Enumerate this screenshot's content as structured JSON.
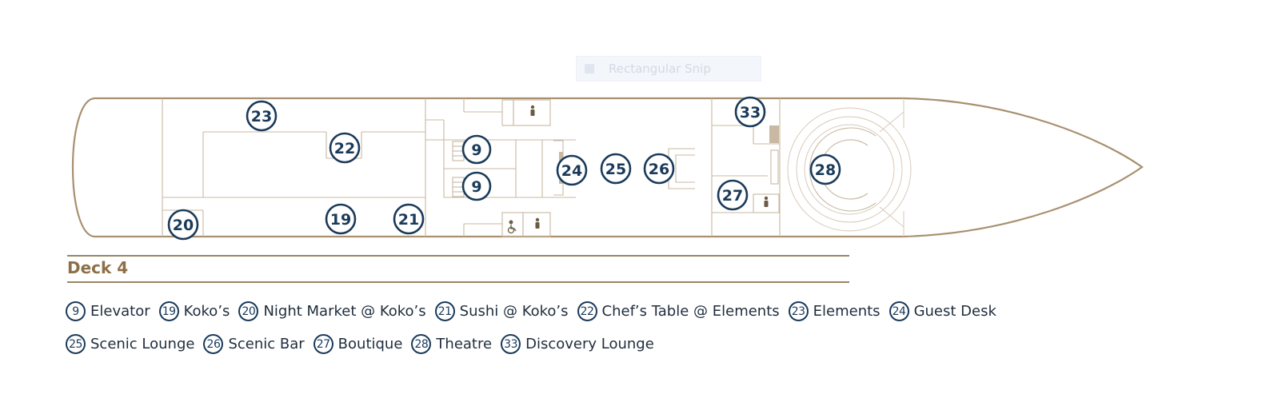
{
  "tooltip": {
    "text": "Rectangular Snip",
    "icon": "snip-icon"
  },
  "deck": {
    "title": "Deck 4"
  },
  "markers": {
    "m9a": "9",
    "m9b": "9",
    "m19": "19",
    "m20": "20",
    "m21": "21",
    "m22": "22",
    "m23": "23",
    "m24": "24",
    "m25": "25",
    "m26": "26",
    "m27": "27",
    "m28": "28",
    "m33": "33"
  },
  "legend": {
    "row1": [
      {
        "num": "9",
        "label": "Elevator"
      },
      {
        "num": "19",
        "label": "Koko’s"
      },
      {
        "num": "20",
        "label": "Night Market @ Koko’s"
      },
      {
        "num": "21",
        "label": "Sushi @ Koko’s"
      },
      {
        "num": "22",
        "label": "Chef’s Table @ Elements"
      },
      {
        "num": "23",
        "label": "Elements"
      },
      {
        "num": "24",
        "label": "Guest Desk"
      }
    ],
    "row2": [
      {
        "num": "25",
        "label": "Scenic Lounge"
      },
      {
        "num": "26",
        "label": "Scenic Bar"
      },
      {
        "num": "27",
        "label": "Boutique"
      },
      {
        "num": "28",
        "label": "Theatre"
      },
      {
        "num": "33",
        "label": "Discovery Lounge"
      }
    ]
  },
  "icons": {
    "restroom": "person-icon",
    "accessible": "wheelchair-icon"
  },
  "colors": {
    "hull": "#a89070",
    "marker": "#1a3a5a",
    "deck_title": "#8c7048",
    "text": "#1f2d3d"
  }
}
